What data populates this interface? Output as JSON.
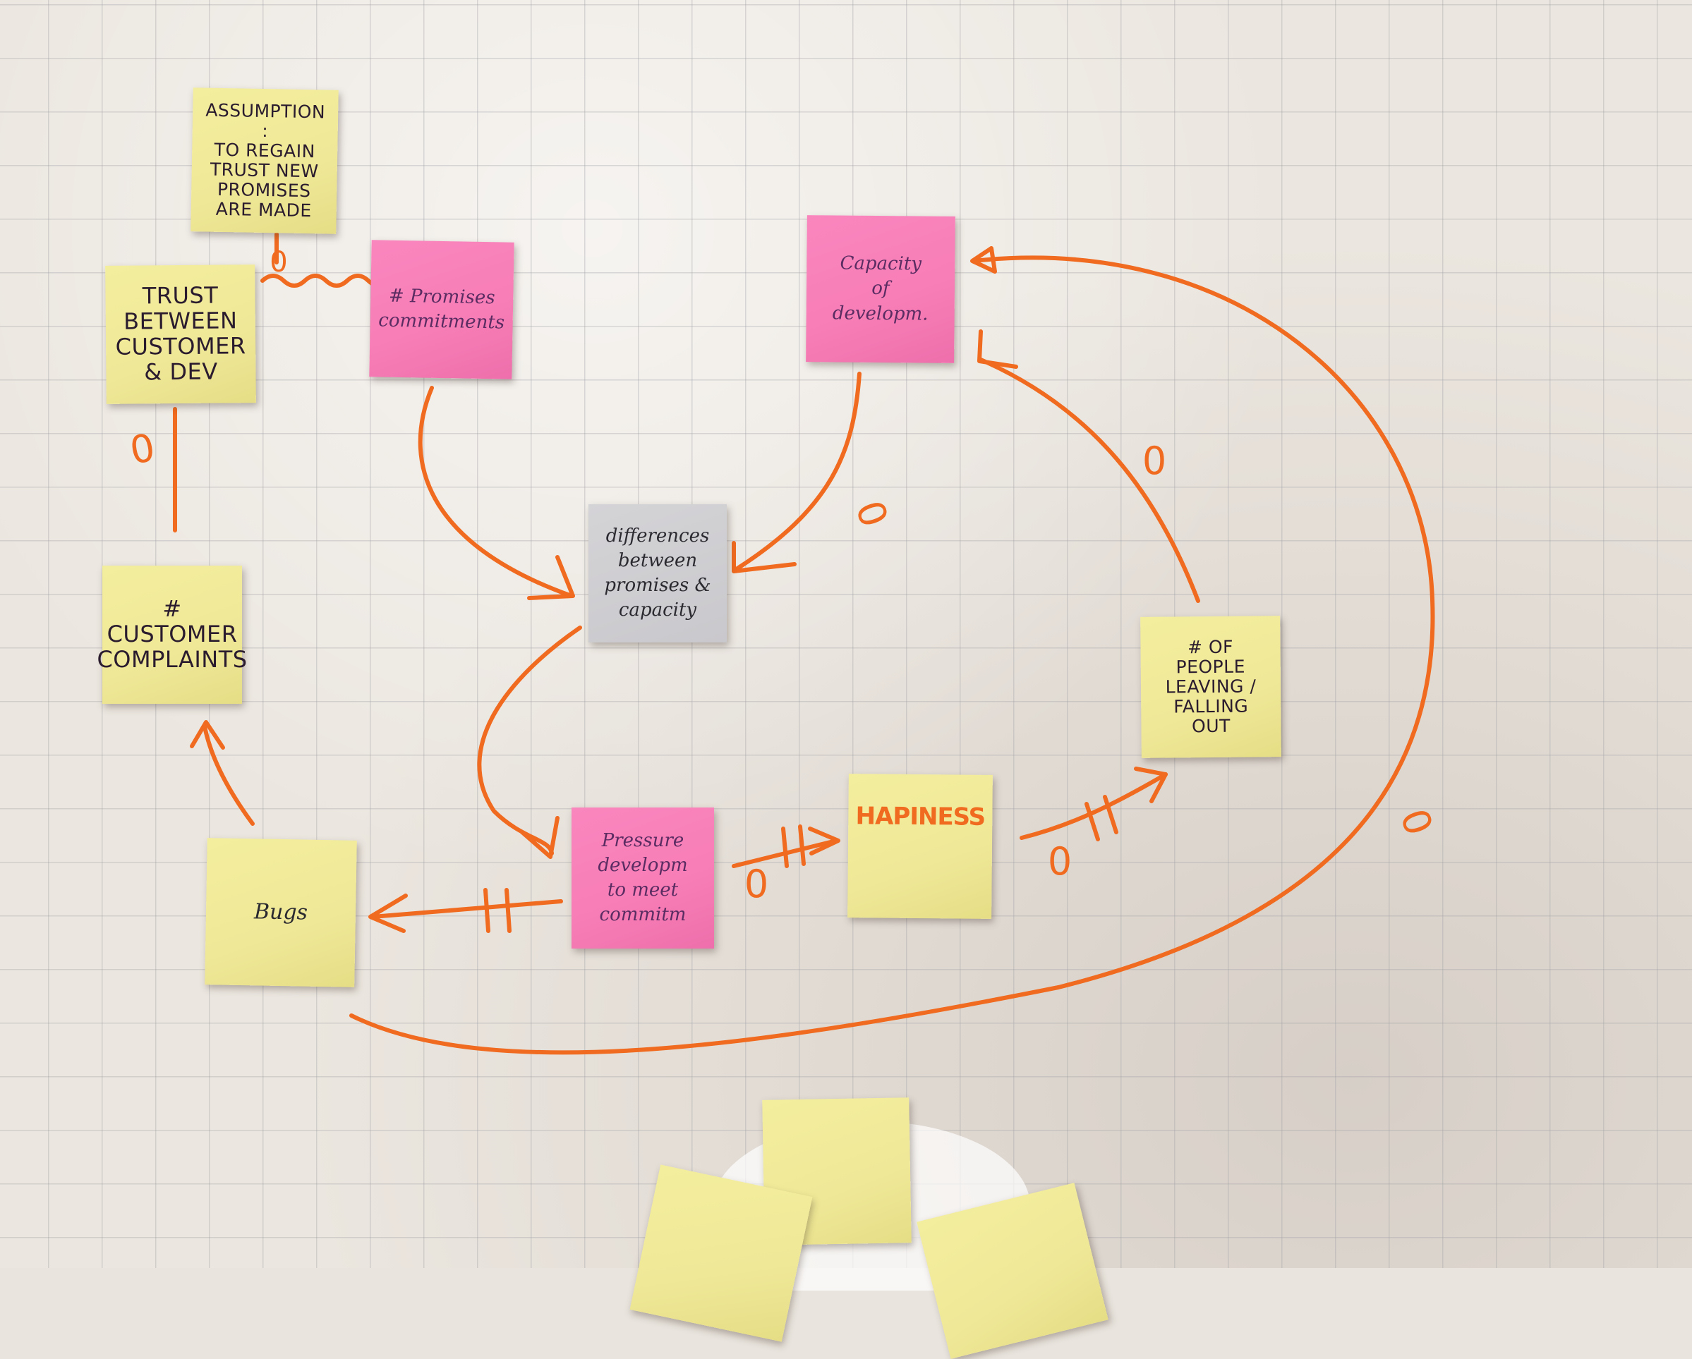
{
  "notes": {
    "assumption": "ASSUMPTION :\nTO REGAIN\nTRUST NEW\nPROMISES\nARE MADE",
    "trust": "TRUST\nBETWEEN\nCUSTOMER\n& DEV",
    "promises": "# Promises\ncommitments",
    "capacity": "Capacity\nof\ndevelopm.",
    "differences": "differences\nbetween\npromises &\ncapacity",
    "complaints": "# CUSTOMER\nCOMPLAINTS",
    "people_leaving": "# OF PEOPLE\nLEAVING /\nFALLING\nOUT",
    "pressure": "Pressure\ndevelopm\nto meet\ncommitm",
    "hapiness": "HAPINESS",
    "bugs": "Bugs"
  },
  "link_labels": [
    "0",
    "0",
    "0",
    "0",
    "0",
    "0",
    "0"
  ],
  "colors": {
    "yellow_note": "#efe897",
    "pink_note": "#f77db6",
    "grey_note": "#c9c8cc",
    "arrow": "#f06a1f"
  }
}
